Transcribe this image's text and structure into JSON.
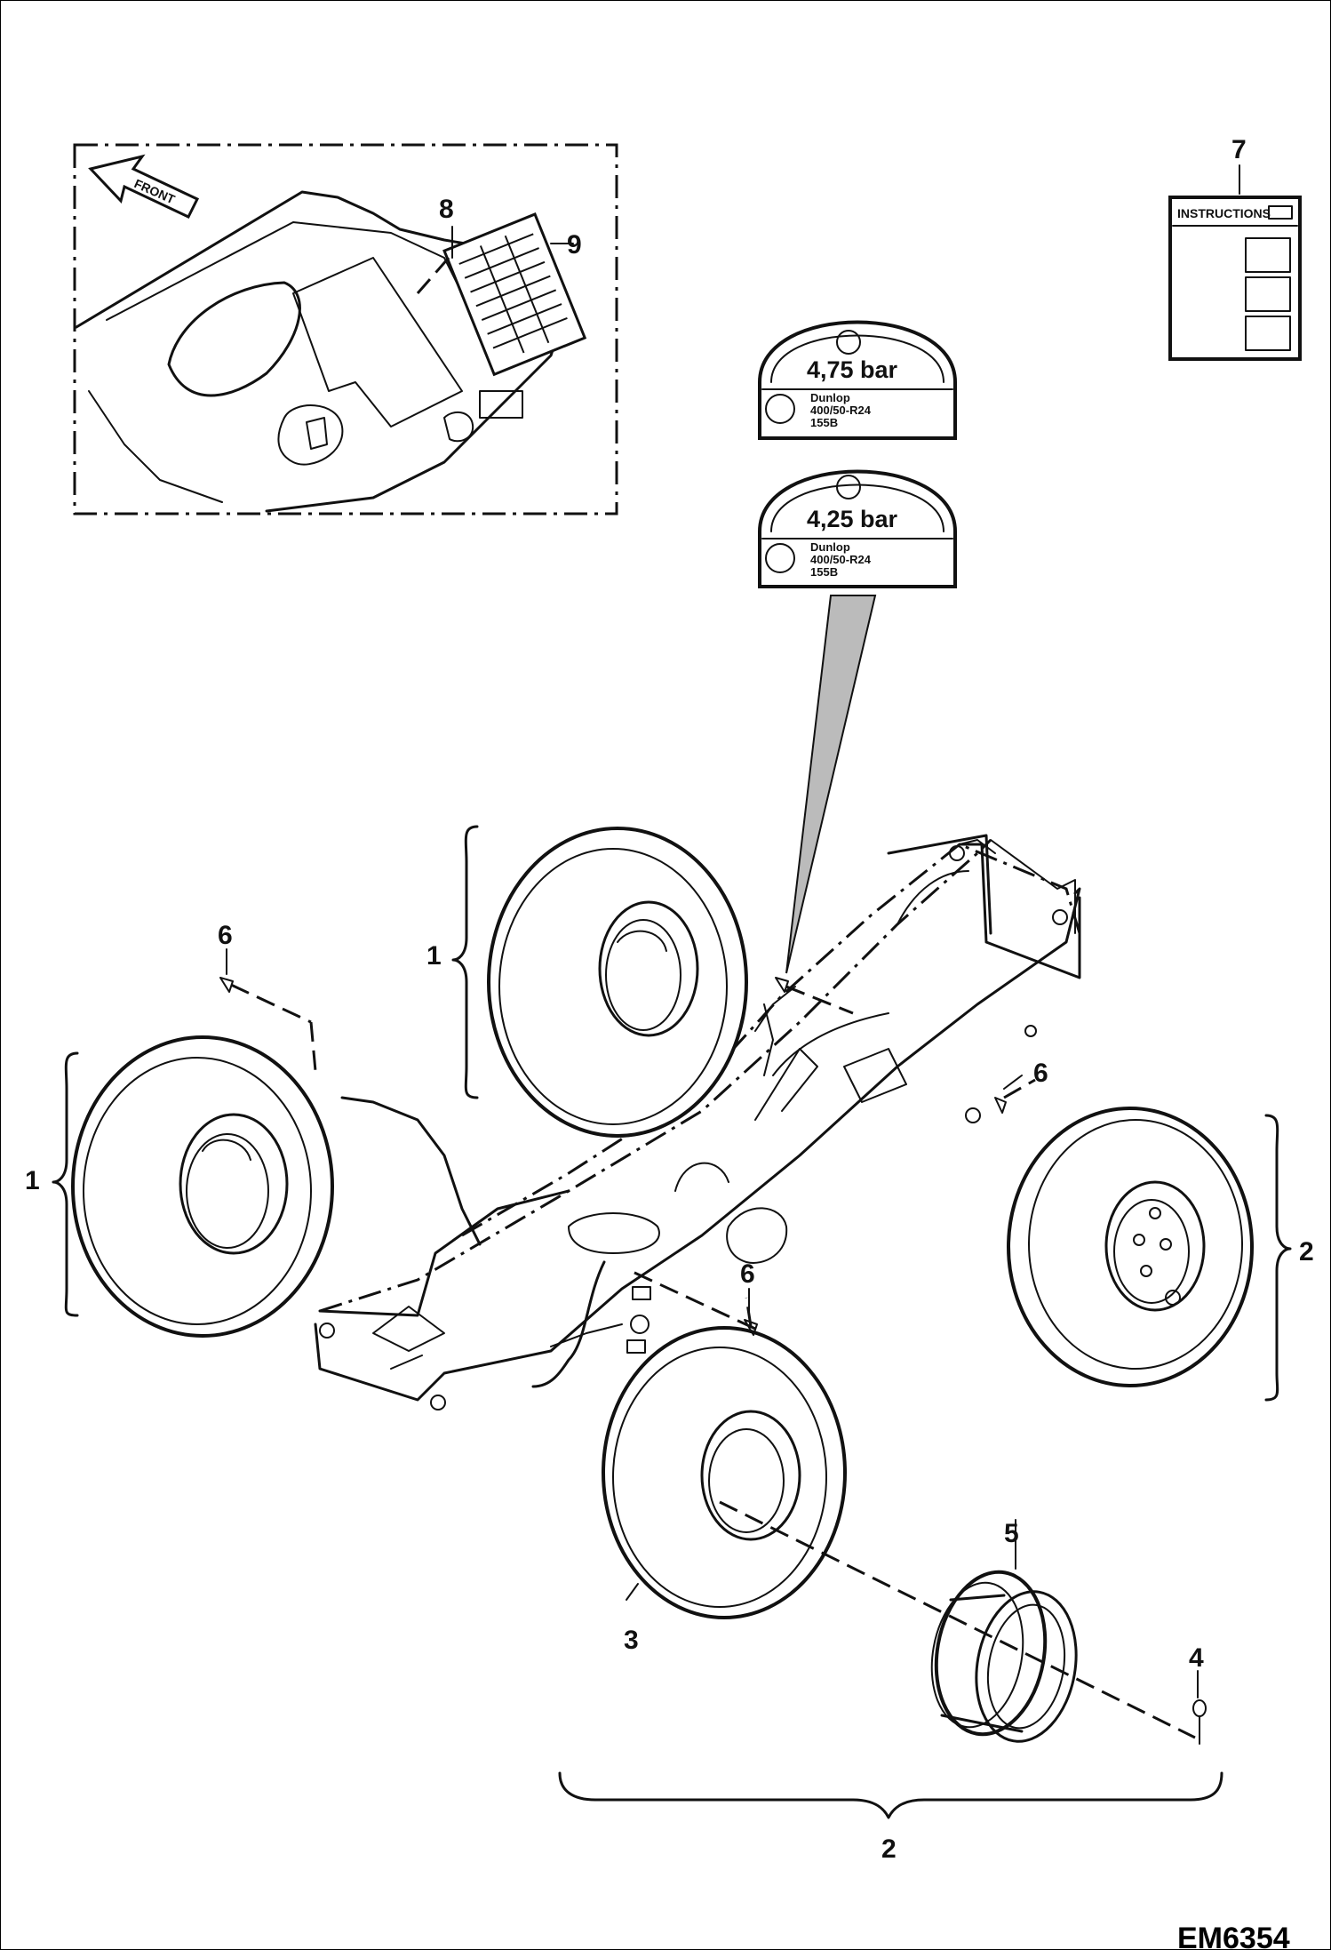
{
  "callouts": {
    "c1_upper": "1",
    "c1_left": "1",
    "c2_right": "2",
    "c2_bottom": "2",
    "c3": "3",
    "c4": "4",
    "c5": "5",
    "c6_left": "6",
    "c6_right": "6",
    "c6_mid": "6",
    "c7": "7",
    "c8": "8",
    "c9": "9"
  },
  "decals": {
    "rear": {
      "pressure": "4,75 bar",
      "brand": "Dunlop",
      "size": "400/50-R24",
      "load": "155B"
    },
    "front": {
      "pressure": "4,25 bar",
      "brand": "Dunlop",
      "size": "400/50-R24",
      "load": "155B"
    }
  },
  "instructions_label": "INSTRUCTIONS",
  "front_arrow_label": "FRONT",
  "document_id": "EM6354"
}
